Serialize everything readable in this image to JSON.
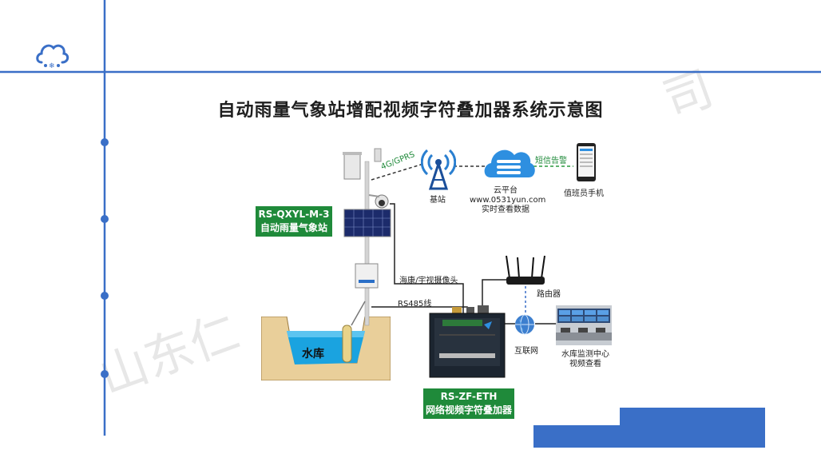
{
  "slide": {
    "title": "自动雨量气象站增配视频字符叠加器系统示意图",
    "accent_color": "#3a6fc7",
    "green_color": "#1f8a3a"
  },
  "watermark": {
    "left_text": "山东仁",
    "right_text": "司"
  },
  "diagram": {
    "station_box": {
      "line1": "RS-QXYL-M-3",
      "line2": "自动雨量气象站"
    },
    "overlay_box": {
      "line1": "RS-ZF-ETH",
      "line2": "网络视频字符叠加器"
    },
    "link_4g": "4G/GPRS",
    "base_station": "基站",
    "cloud": {
      "line1": "云平台",
      "line2": "www.0531yun.com",
      "line3": "实时查看数据"
    },
    "sms_alarm": "短信告警",
    "phone": "值班员手机",
    "camera_label": "海康/宇视摄像头",
    "rs485_label": "RS485线",
    "router": "路由器",
    "internet": "互联网",
    "monitor_center": {
      "line1": "水库监测中心",
      "line2": "视频查看"
    },
    "reservoir": "水库"
  },
  "icons": [
    "cloud-logo-icon",
    "antenna-icon",
    "cloud-icon",
    "phone-icon",
    "router-icon",
    "globe-icon",
    "monitor-room-icon",
    "solar-panel-icon",
    "camera-icon",
    "rain-gauge-icon"
  ]
}
